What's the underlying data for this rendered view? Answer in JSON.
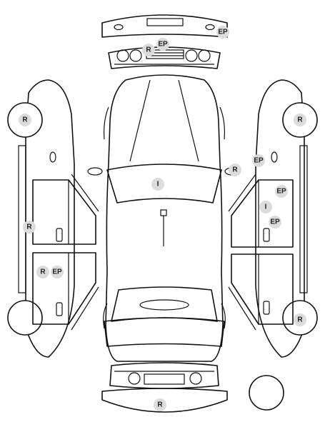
{
  "markers": [
    {
      "id": "front-bumper-ep",
      "label": "EP"
    },
    {
      "id": "front-grille-r",
      "label": "R"
    },
    {
      "id": "front-grille-ep",
      "label": "EP"
    },
    {
      "id": "left-front-wheel-r",
      "label": "R"
    },
    {
      "id": "left-sill-r",
      "label": "R"
    },
    {
      "id": "left-rear-door-r",
      "label": "R"
    },
    {
      "id": "left-rear-door-ep",
      "label": "EP"
    },
    {
      "id": "right-mirror-r",
      "label": "R"
    },
    {
      "id": "windshield-i",
      "label": "I"
    },
    {
      "id": "right-front-wheel-r",
      "label": "R"
    },
    {
      "id": "right-fender-ep",
      "label": "EP"
    },
    {
      "id": "right-front-door-ep-upper",
      "label": "EP"
    },
    {
      "id": "right-front-door-i",
      "label": "I"
    },
    {
      "id": "right-front-door-ep-lower",
      "label": "EP"
    },
    {
      "id": "right-rear-wheel-r",
      "label": "R"
    },
    {
      "id": "rear-bumper-r",
      "label": "R"
    }
  ]
}
